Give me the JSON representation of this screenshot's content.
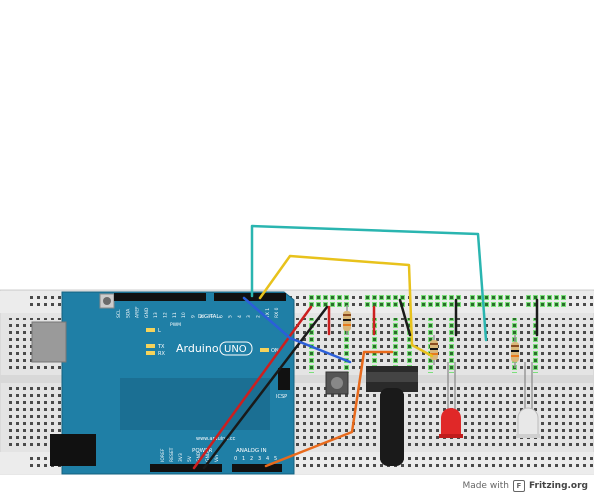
{
  "board": {
    "brand": "Arduino",
    "model": "UNO",
    "digital_label": "DIGITAL",
    "analog_label": "ANALOG IN",
    "power_label": "POWER",
    "icsp_label": "ICSP",
    "pwm_label": "PWM",
    "led_l": "L",
    "led_tx": "TX",
    "led_rx": "RX",
    "led_on": "ON",
    "url": "www.arduino.cc",
    "top_pins": [
      "SCL",
      "SDA",
      "AREF",
      "GND",
      "13",
      "12",
      "11",
      "10",
      "9",
      "8",
      "7",
      "6",
      "5",
      "4",
      "3",
      "2",
      "TX 1",
      "RX 0"
    ],
    "power_pins": [
      "IOREF",
      "RESET",
      "3V3",
      "5V",
      "GND",
      "GND",
      "Vin"
    ],
    "analog_pins": [
      "0",
      "1",
      "2",
      "3",
      "4",
      "5"
    ]
  },
  "footer": {
    "made_with": "Made with",
    "brand": "Fritzing.org"
  },
  "colors": {
    "board": "#1f7fa6",
    "board_dark": "#176a8c",
    "breadboard": "#e6e6e6",
    "wire_teal": "#2ab5b0",
    "wire_yellow": "#e8c21c",
    "wire_red": "#cc1f1f",
    "wire_black": "#1a1a1a",
    "wire_blue": "#2b5fd9",
    "wire_orange": "#e86a1c",
    "led_red": "#e02828",
    "led_white": "#e6e6e6"
  }
}
